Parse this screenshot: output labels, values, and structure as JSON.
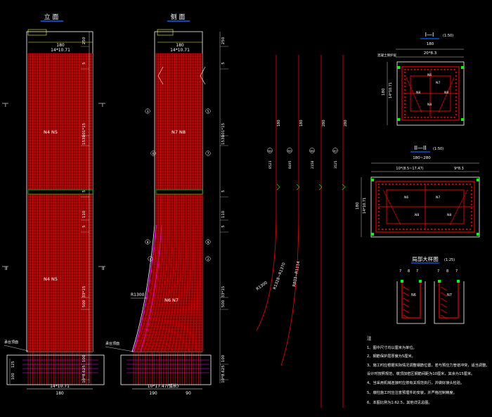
{
  "titles": {
    "elevation": "立 面",
    "side": "侧 面",
    "section1": "I—I",
    "section1_scale": "(1:50)",
    "section2": "II—II",
    "section2_scale": "(1:50)",
    "detail": "局部大样图",
    "detail_scale": "(1:25)"
  },
  "elevation": {
    "top_dim": "180",
    "top_spacing": "14*10.71",
    "bottom_spacing": "14*10.71",
    "bottom_dim": "180",
    "upper_label": "N4 N5",
    "lower_label": "N4 N5",
    "mark_top": "I",
    "mark_bottom": "II",
    "right_dims": [
      "250",
      "5",
      "101*15",
      "1530",
      "5",
      "110",
      "5",
      "33*15",
      "500",
      "100",
      "10*8.625"
    ],
    "left_dims": [
      "125",
      "100"
    ],
    "side_note": "承台顶面"
  },
  "side": {
    "top_dim": "180",
    "top_spacing": "14*10.71",
    "bottom_spacing": "10*17.47(弧长)",
    "bottom_dims": [
      "190",
      "90"
    ],
    "upper_label": "N7 N8",
    "lower_label": "N6 N7",
    "radius": "R1300",
    "right_dims": [
      "250",
      "5",
      "101*15",
      "1530",
      "5",
      "110",
      "5",
      "33*15",
      "500",
      "100",
      "10*8.625"
    ],
    "side_note": "承台顶面",
    "callouts": [
      "3",
      "5",
      "6",
      "7",
      "8",
      "9",
      "4",
      "2"
    ]
  },
  "rebar_lines": {
    "labels": [
      "180",
      "180",
      "280",
      "280"
    ],
    "bars": [
      "N4",
      "N5",
      "N6",
      "N7"
    ],
    "sizes": [
      "8523",
      "8495",
      "2158",
      "3525"
    ],
    "radii": [
      "R1300",
      "R1328~R1370",
      "R803~R1114"
    ]
  },
  "section1": {
    "width": "180",
    "spacing": "20*8.3",
    "side_dims": [
      "180",
      "14*10.71"
    ],
    "labels": [
      "N6",
      "N7",
      "N8",
      "N8",
      "N8"
    ],
    "note": "混凝土保护层"
  },
  "section2": {
    "width": "180~280",
    "spacing_left": "10*(8.5~17.47)",
    "spacing_right": "9*8.3",
    "side_dims": [
      "180",
      "14*10.71"
    ],
    "labels": [
      "N6",
      "N7",
      "N8",
      "N8"
    ]
  },
  "detail": {
    "dims": [
      "7",
      "8",
      "7",
      "7",
      "8",
      "7"
    ],
    "labels": [
      "N6",
      "N7"
    ]
  },
  "notes": {
    "heading": "注",
    "items": [
      "1、图中尺寸均以厘米为单位。",
      "2、钢筋保护层厚度为5厘米。",
      "3、施工时应根据实际情况调整钢筋位置，若与预应力管道冲突，适当调整。",
      "   设计时按照规范，墩顶加密区钢筋间距为10厘米，其余为15厘米。",
      "4、当采用机械连接时应按有关规范执行，并做好接头检验。",
      "5、墩柱施工时应注意预埋件的安装，并严格控制精度。",
      "6、本图比例为1:62.5，其他详见总图。"
    ]
  },
  "colors": {
    "rebar": "#e00000",
    "outline": "#ffffff",
    "dim": "#ffff00",
    "accent": "#00ff00",
    "magenta": "#ff00ff",
    "blue": "#0066ff"
  }
}
